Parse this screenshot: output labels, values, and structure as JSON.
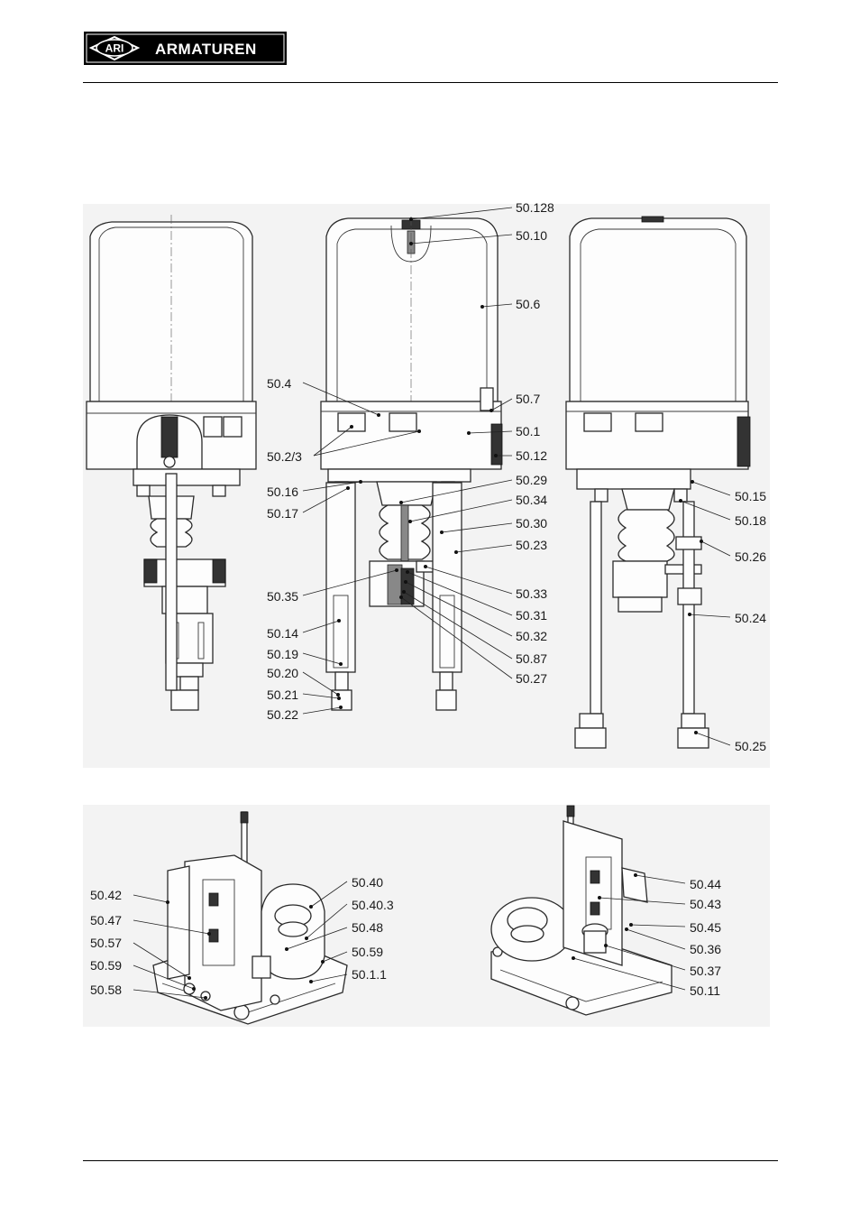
{
  "header": {
    "logo_emblem": "ARI",
    "logo_text": "ARMATUREN"
  },
  "callouts_side_view": [
    "50.128",
    "50.10",
    "50.6",
    "50.4",
    "50.7",
    "50.2/3",
    "50.1",
    "50.12",
    "50.16",
    "50.29",
    "50.17",
    "50.34",
    "50.30",
    "50.23",
    "50.33",
    "50.35",
    "50.31",
    "50.14",
    "50.32",
    "50.19",
    "50.87",
    "50.20",
    "50.27",
    "50.21",
    "50.22"
  ],
  "callouts_rear_view": [
    "50.15",
    "50.18",
    "50.26",
    "50.24",
    "50.25"
  ],
  "callouts_bottom_left": [
    "50.42",
    "50.40",
    "50.40.3",
    "50.47",
    "50.48",
    "50.57",
    "50.59",
    "50.59",
    "50.1.1",
    "50.58"
  ],
  "callouts_bottom_right": [
    "50.44",
    "50.43",
    "50.45",
    "50.36",
    "50.37",
    "50.11"
  ],
  "colors": {
    "ink": "#000000",
    "panel": "#f3f3f3",
    "line": "#222222"
  }
}
